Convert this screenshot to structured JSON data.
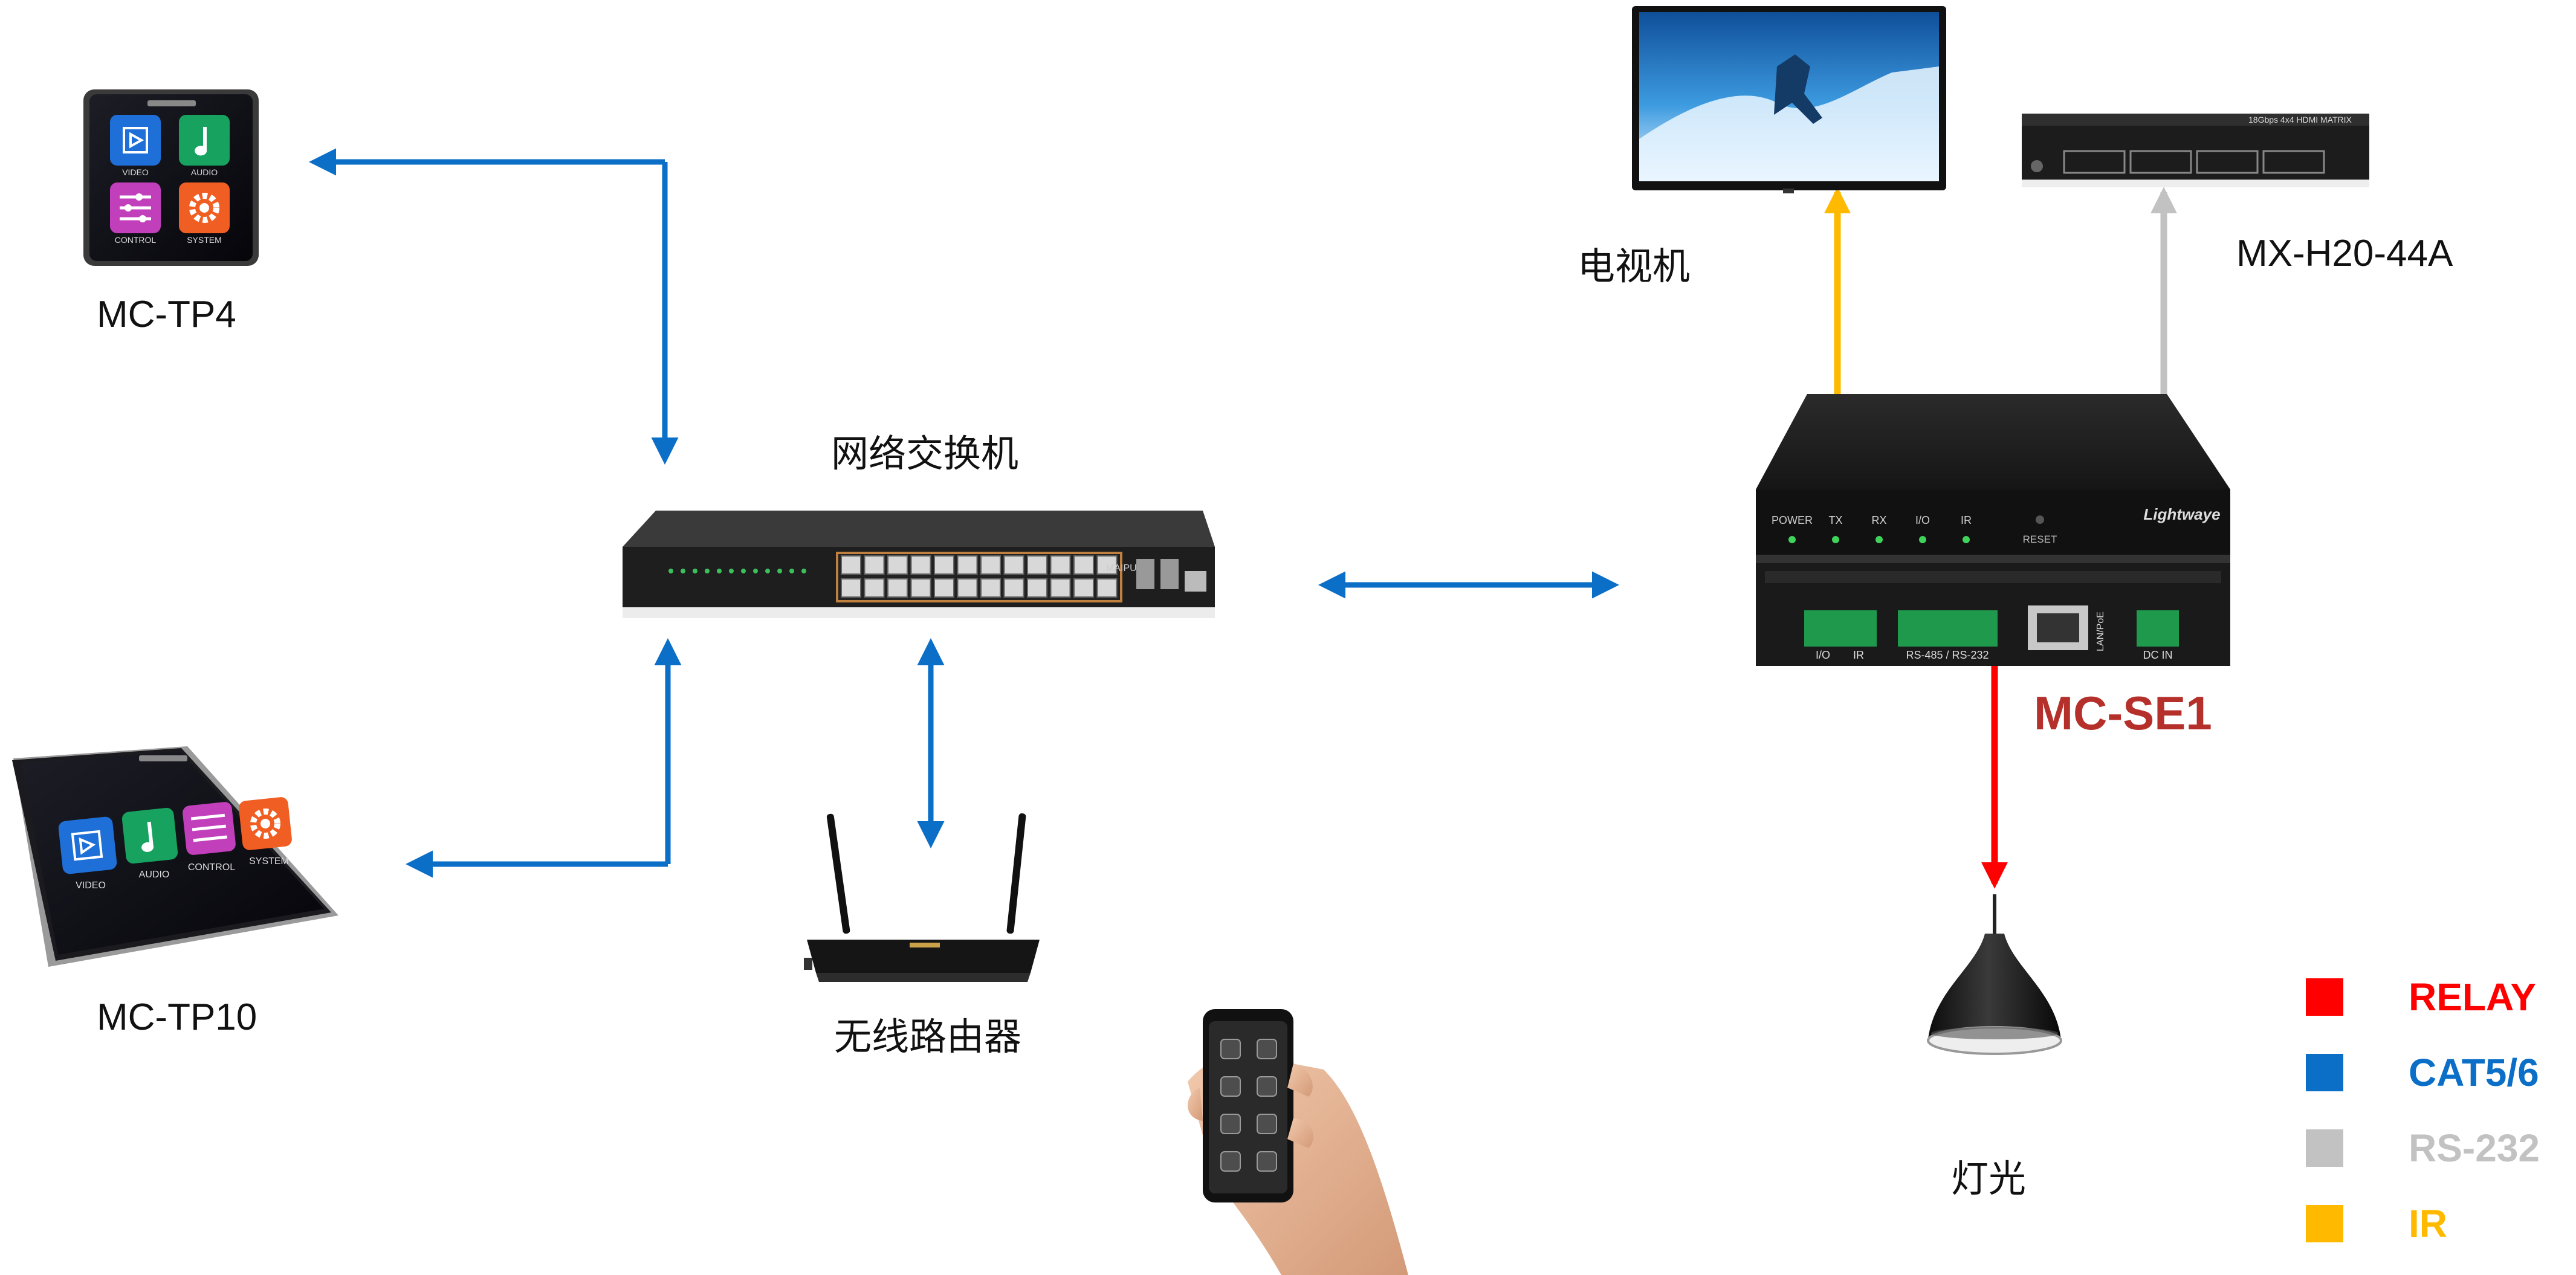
{
  "devices": {
    "tp4": {
      "label": "MC-TP4"
    },
    "tp10": {
      "label": "MC-TP10"
    },
    "switch": {
      "label": "网络交换机",
      "brand": "MAIPU"
    },
    "router": {
      "label": "无线路由器"
    },
    "tv": {
      "label": "电视机"
    },
    "matrix": {
      "label": "MX-H20-44A",
      "panel_text": "18Gbps 4x4 HDMI MATRIX"
    },
    "mcse1": {
      "label": "MC-SE1",
      "brand": "Lightwaye",
      "leds": [
        "POWER",
        "TX",
        "RX",
        "I/O",
        "IR"
      ],
      "reset": "RESET",
      "ports": [
        "I/O",
        "IR",
        "RS-485 / RS-232",
        "LAN/PoE",
        "DC IN"
      ]
    },
    "light": {
      "label": "灯光"
    },
    "panel_apps": [
      "VIDEO",
      "AUDIO",
      "CONTROL",
      "SYSTEM"
    ]
  },
  "legend": [
    {
      "name": "RELAY",
      "color": "#ff0000"
    },
    {
      "name": "CAT5/6",
      "color": "#0b6fc7"
    },
    {
      "name": "RS-232",
      "color": "#c2c2c2"
    },
    {
      "name": "IR",
      "color": "#ffba00"
    }
  ],
  "colors": {
    "relay": "#ff0000",
    "cat": "#0b6fc7",
    "rs232": "#c2c2c2",
    "ir": "#ffba00"
  }
}
